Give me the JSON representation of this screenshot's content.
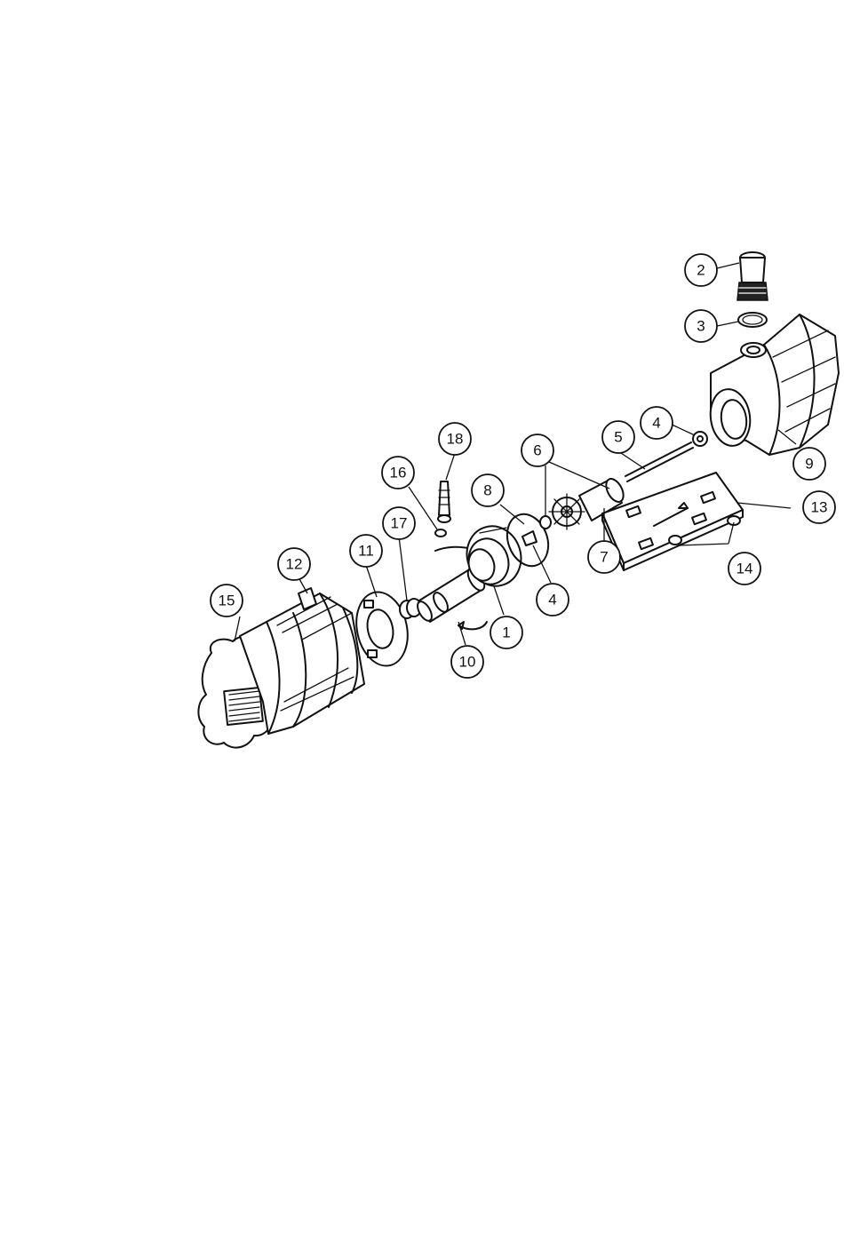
{
  "callouts": [
    {
      "id": "c2",
      "label": "2"
    },
    {
      "id": "c3",
      "label": "3"
    },
    {
      "id": "c4a",
      "label": "4"
    },
    {
      "id": "c5",
      "label": "5"
    },
    {
      "id": "c6",
      "label": "6"
    },
    {
      "id": "c9",
      "label": "9"
    },
    {
      "id": "c18",
      "label": "18"
    },
    {
      "id": "c16",
      "label": "16"
    },
    {
      "id": "c8",
      "label": "8"
    },
    {
      "id": "c13",
      "label": "13"
    },
    {
      "id": "c17",
      "label": "17"
    },
    {
      "id": "c11",
      "label": "11"
    },
    {
      "id": "c12",
      "label": "12"
    },
    {
      "id": "c7",
      "label": "7"
    },
    {
      "id": "c14",
      "label": "14"
    },
    {
      "id": "c15",
      "label": "15"
    },
    {
      "id": "c4b",
      "label": "4"
    },
    {
      "id": "c1",
      "label": "1"
    },
    {
      "id": "c10",
      "label": "10"
    }
  ]
}
